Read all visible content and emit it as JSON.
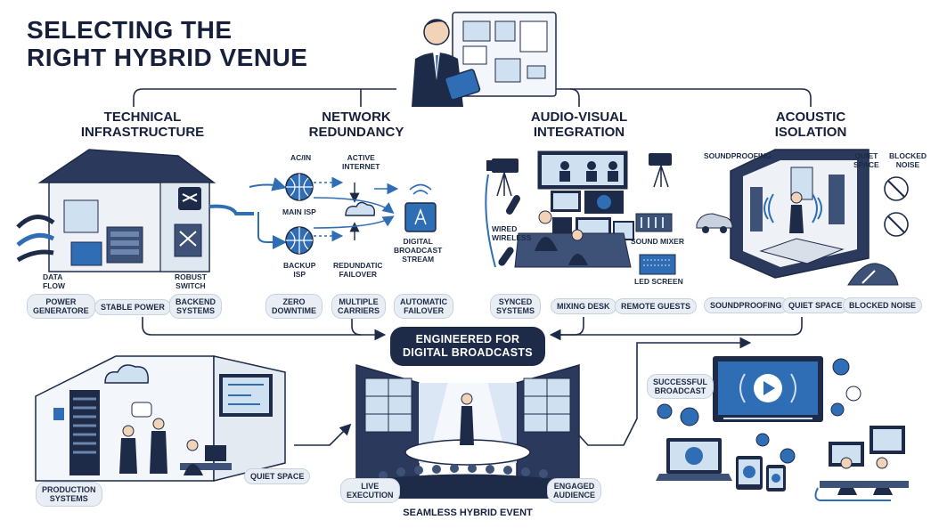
{
  "title": [
    "SELECTING THE",
    "RIGHT HYBRID VENUE"
  ],
  "sections": {
    "technical": {
      "heading": [
        "TECHNICAL",
        "INFRASTRUCTURE"
      ],
      "labels": {
        "data_flow": [
          "DATA",
          "FLOW"
        ],
        "robust_switch": [
          "ROBUST",
          "SWITCH"
        ]
      },
      "pills": {
        "power_generator": [
          "POWER",
          "GENERATORE"
        ],
        "stable_power": [
          "STABLE POWER"
        ],
        "backend_systems": [
          "BACKEND",
          "SYSTEMS"
        ]
      }
    },
    "network": {
      "heading": [
        "NETWORK",
        "REDUNDANCY"
      ],
      "labels": {
        "acin": [
          "AC/IN"
        ],
        "active_internet": [
          "ACTIVE",
          "INTERNET"
        ],
        "main_isp": [
          "MAIN ISP"
        ],
        "backup_isp": [
          "BACKUP",
          "ISP"
        ],
        "redundatic_failover": [
          "REDUNDATIC",
          "FAILOVER"
        ],
        "digital_broadcast_stream": [
          "DIGITAL",
          "BROADCAST",
          "STREAM"
        ]
      },
      "pills": {
        "zero_downtime": [
          "ZERO",
          "DOWNTIME"
        ],
        "multiple_carriers": [
          "MULTIPLE",
          "CARRIERS"
        ],
        "automatic_failover": [
          "AUTOMATIC",
          "FAILOVER"
        ]
      }
    },
    "av": {
      "heading": [
        "AUDIO-VISUAL",
        "INTEGRATION"
      ],
      "labels": {
        "wired_wireless": [
          "WIRED",
          "WIRELESS"
        ],
        "sound_mixer": [
          "SOUND MIXER"
        ],
        "led_screen": [
          "LED SCREEN"
        ]
      },
      "pills": {
        "synced_systems": [
          "SYNCED",
          "SYSTEMS"
        ],
        "mixing_desk": [
          "MIXING DESK"
        ],
        "remote_guests": [
          "REMOTE GUESTS"
        ]
      }
    },
    "acoustic": {
      "heading": [
        "ACOUSTIC",
        "ISOLATION"
      ],
      "labels": {
        "soundproofing": [
          "SOUNDPROOFING"
        ],
        "quiet_space": [
          "QUIET",
          "SPACE"
        ],
        "blocked_noise": [
          "BLOCKED",
          "NOISE"
        ]
      },
      "pills": {
        "soundproofing": [
          "SOUNDPROOFING"
        ],
        "quiet_space": [
          "QUIET SPACE"
        ],
        "blocked_noise": [
          "BLOCKED NOISE"
        ]
      }
    }
  },
  "hub": [
    "ENGINEERED FOR",
    "DIGITAL BROADCASTS"
  ],
  "bottom": {
    "production_systems": [
      "PRODUCTION",
      "SYSTEMS"
    ],
    "quiet_space": [
      "QUIET SPACE"
    ],
    "live_execution": [
      "LIVE",
      "EXECUTION"
    ],
    "engaged_audience": [
      "ENGAGED",
      "AUDIENCE"
    ],
    "event_caption": "SEAMLESS HYBRID EVENT",
    "successful_broadcast": [
      "SUCCESSFUL",
      "BROADCAST"
    ]
  },
  "colors": {
    "navy": "#1d2a48",
    "accent": "#2f6db5",
    "light_blue": "#cfe0f1",
    "pill_bg": "#e9eef4"
  }
}
